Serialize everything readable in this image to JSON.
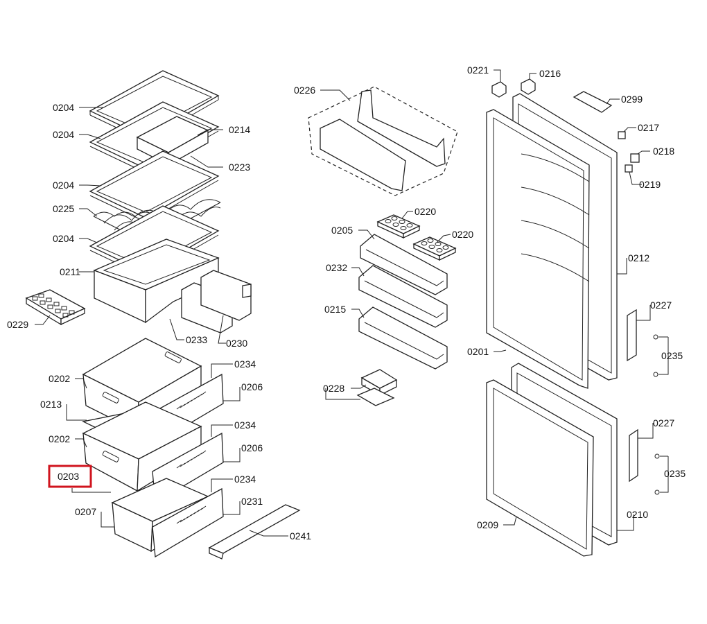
{
  "labels": {
    "l0204a": "0204",
    "l0204b": "0204",
    "l0204c": "0204",
    "l0204d": "0204",
    "l0214": "0214",
    "l0223": "0223",
    "l0225": "0225",
    "l0211": "0211",
    "l0229": "0229",
    "l0233": "0233",
    "l0230": "0230",
    "l0202a": "0202",
    "l0202b": "0202",
    "l0213": "0213",
    "l0203": "0203",
    "l0207": "0207",
    "l0234a": "0234",
    "l0234b": "0234",
    "l0234c": "0234",
    "l0206a": "0206",
    "l0206b": "0206",
    "l0231": "0231",
    "l0241": "0241",
    "l0226": "0226",
    "l0220a": "0220",
    "l0220b": "0220",
    "l0205": "0205",
    "l0232": "0232",
    "l0215": "0215",
    "l0228": "0228",
    "l0221": "0221",
    "l0216": "0216",
    "l0299": "0299",
    "l0217": "0217",
    "l0218": "0218",
    "l0219": "0219",
    "l0212": "0212",
    "l0227a": "0227",
    "l0235a": "0235",
    "l0201": "0201",
    "l0227b": "0227",
    "l0235b": "0235",
    "l0209": "0209",
    "l0210": "0210"
  },
  "highlight": {
    "label": "0203",
    "color": "#d0141e"
  }
}
